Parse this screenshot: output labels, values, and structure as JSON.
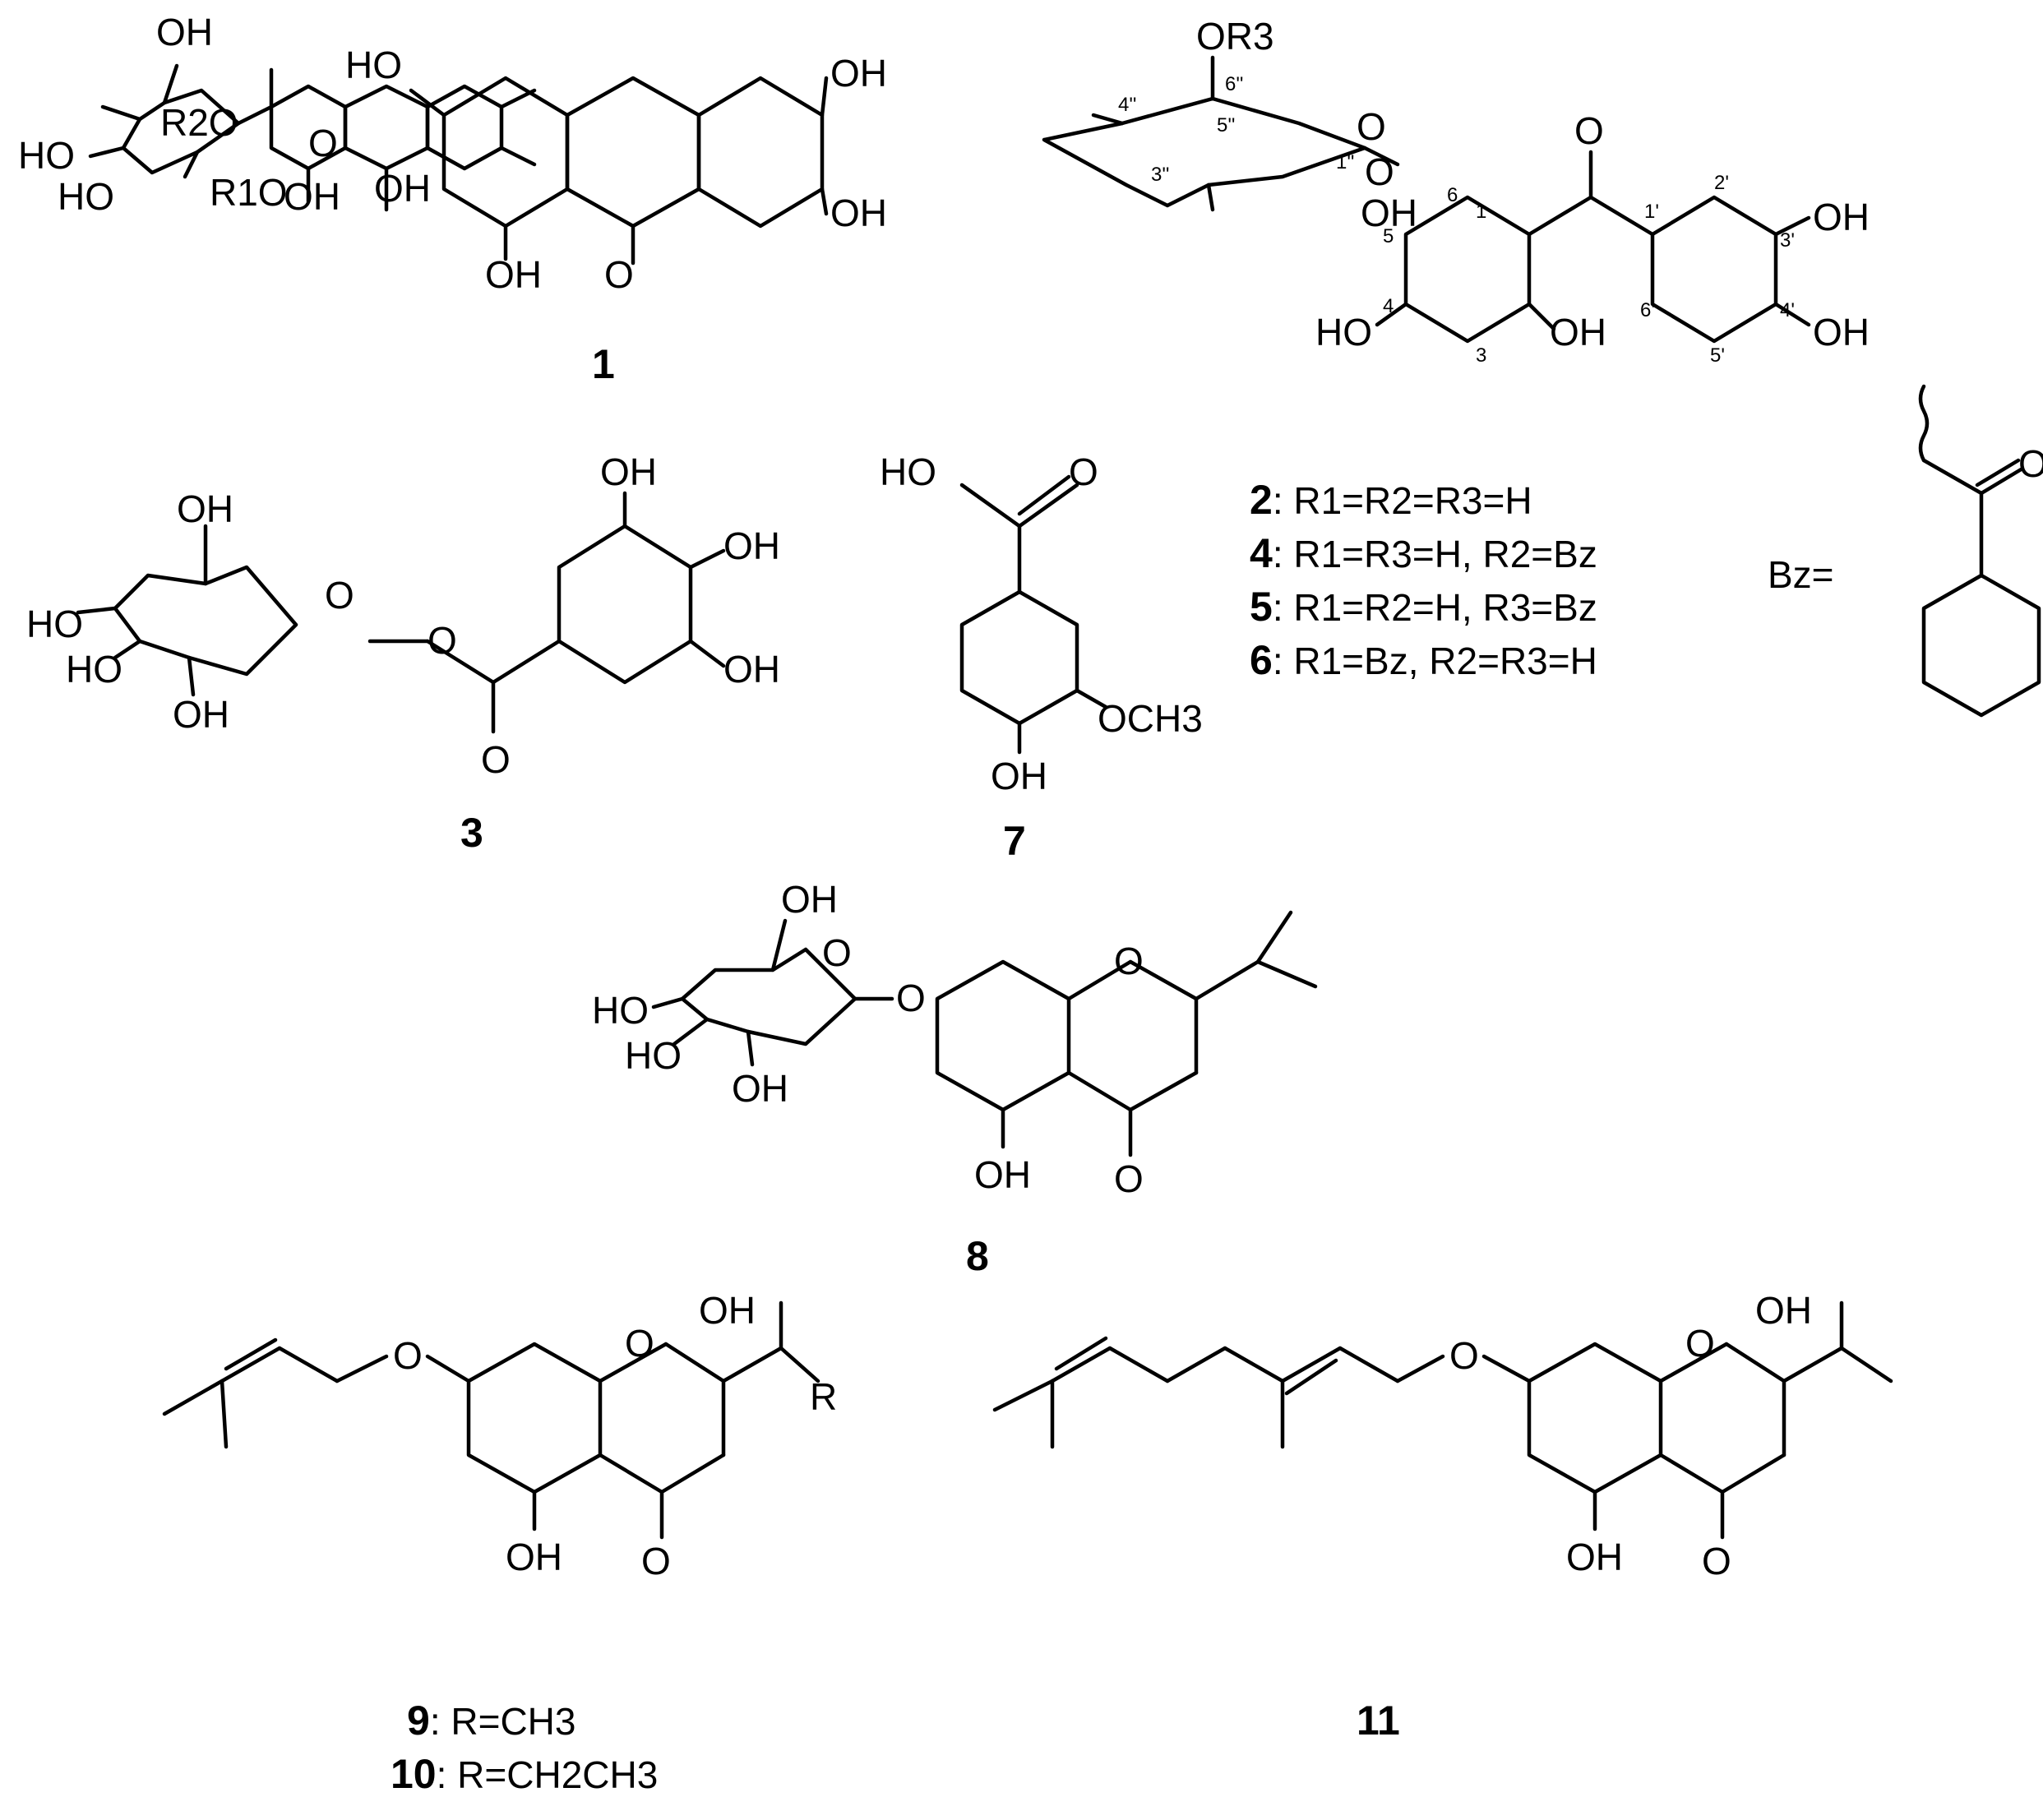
{
  "compounds": {
    "c1": {
      "id": "1"
    },
    "c2": {
      "id": "2",
      "legend": [
        {
          "num": "2",
          "text": ": R1=R2=R3=H"
        },
        {
          "num": "4",
          "text": ": R1=R3=H, R2=Bz"
        },
        {
          "num": "5",
          "text": ": R1=R2=H, R3=Bz"
        },
        {
          "num": "6",
          "text": ": R1=Bz, R2=R3=H"
        }
      ]
    },
    "c3": {
      "id": "3"
    },
    "c7": {
      "id": "7"
    },
    "c8": {
      "id": "8"
    },
    "c9": {
      "id": "9",
      "legend": [
        {
          "num": "9",
          "text": ": R=CH3"
        },
        {
          "num": "10",
          "text": ": R=CH2CH3"
        }
      ]
    },
    "c11": {
      "id": "11"
    }
  },
  "bz": {
    "label": "Bz="
  },
  "atom_labels": {
    "OH": "OH",
    "HO": "HO",
    "O": "O",
    "R": "R",
    "OR3": "OR3",
    "R2O": "R2O",
    "R1O": "R1O",
    "OCH3": "OCH3"
  },
  "position_numbers": [
    "1",
    "3",
    "4",
    "5",
    "6",
    "1'",
    "2'",
    "3'",
    "4'",
    "5'",
    "6'",
    "1''",
    "3''",
    "4''",
    "5''",
    "6''"
  ]
}
